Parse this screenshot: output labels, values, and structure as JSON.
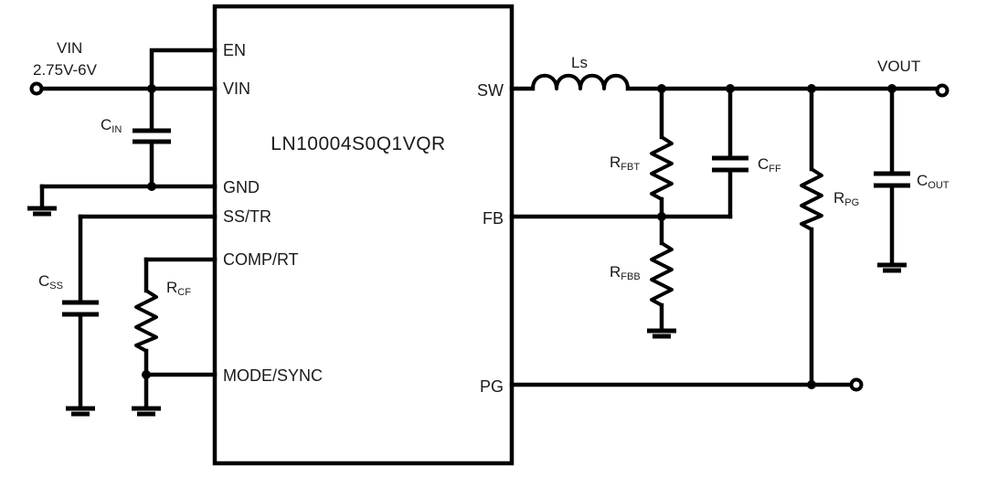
{
  "chip": {
    "part_number": "LN10004S0Q1VQR",
    "pins_left": {
      "en": "EN",
      "vin": "VIN",
      "gnd": "GND",
      "ss_tr": "SS/TR",
      "comp_rt": "COMP/RT",
      "mode_sync": "MODE/SYNC"
    },
    "pins_right": {
      "sw": "SW",
      "fb": "FB",
      "pg": "PG"
    }
  },
  "nets": {
    "vin_label": "VIN",
    "vin_range": "2.75V-6V",
    "vout_label": "VOUT"
  },
  "components": {
    "c_in": {
      "main": "C",
      "sub": "IN"
    },
    "c_ss": {
      "main": "C",
      "sub": "SS"
    },
    "r_cf": {
      "main": "R",
      "sub": "CF"
    },
    "ls": {
      "main": "Ls"
    },
    "r_fbt": {
      "main": "R",
      "sub": "FBT"
    },
    "r_fbb": {
      "main": "R",
      "sub": "FBB"
    },
    "c_ff": {
      "main": "C",
      "sub": "FF"
    },
    "r_pg": {
      "main": "R",
      "sub": "PG"
    },
    "c_out": {
      "main": "C",
      "sub": "OUT"
    }
  }
}
